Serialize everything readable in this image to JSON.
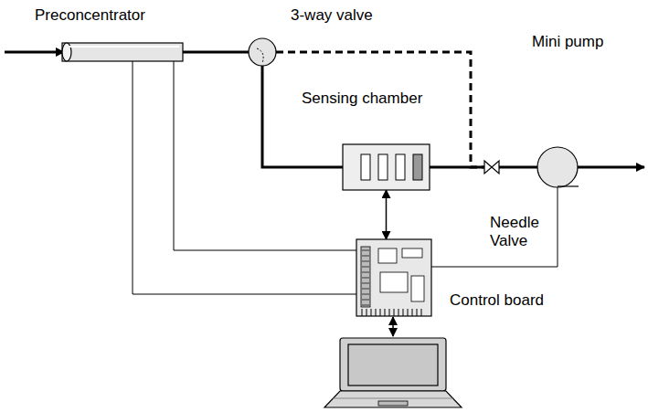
{
  "diagram": {
    "nodes": [
      {
        "text": [
          "Preconcentrator"
        ]
      },
      {
        "text": [
          "3-way valve"
        ]
      },
      {
        "text": [
          "Sensing chamber"
        ]
      },
      {
        "text": [
          "Mini pump"
        ]
      },
      {
        "text": [
          "Needle Valve"
        ]
      },
      {
        "text": [
          "Control board"
        ]
      }
    ],
    "edges": [
      {
        "from": 0,
        "to": 1,
        "arrow": "none"
      },
      {
        "from": 1,
        "to": 2,
        "arrow": "none"
      },
      {
        "from": 1,
        "to": 4,
        "arrow": "none"
      },
      {
        "from": 2,
        "to": 4,
        "arrow": "none"
      },
      {
        "from": 4,
        "to": 3,
        "arrow": "none"
      },
      {
        "from": 2,
        "to": 5,
        "arrow": "both"
      },
      {
        "from": 5,
        "to": 0,
        "arrow": "none"
      },
      {
        "from": 5,
        "to": 0,
        "arrow": "none"
      },
      {
        "from": 5,
        "to": 3,
        "arrow": "none"
      }
    ]
  }
}
